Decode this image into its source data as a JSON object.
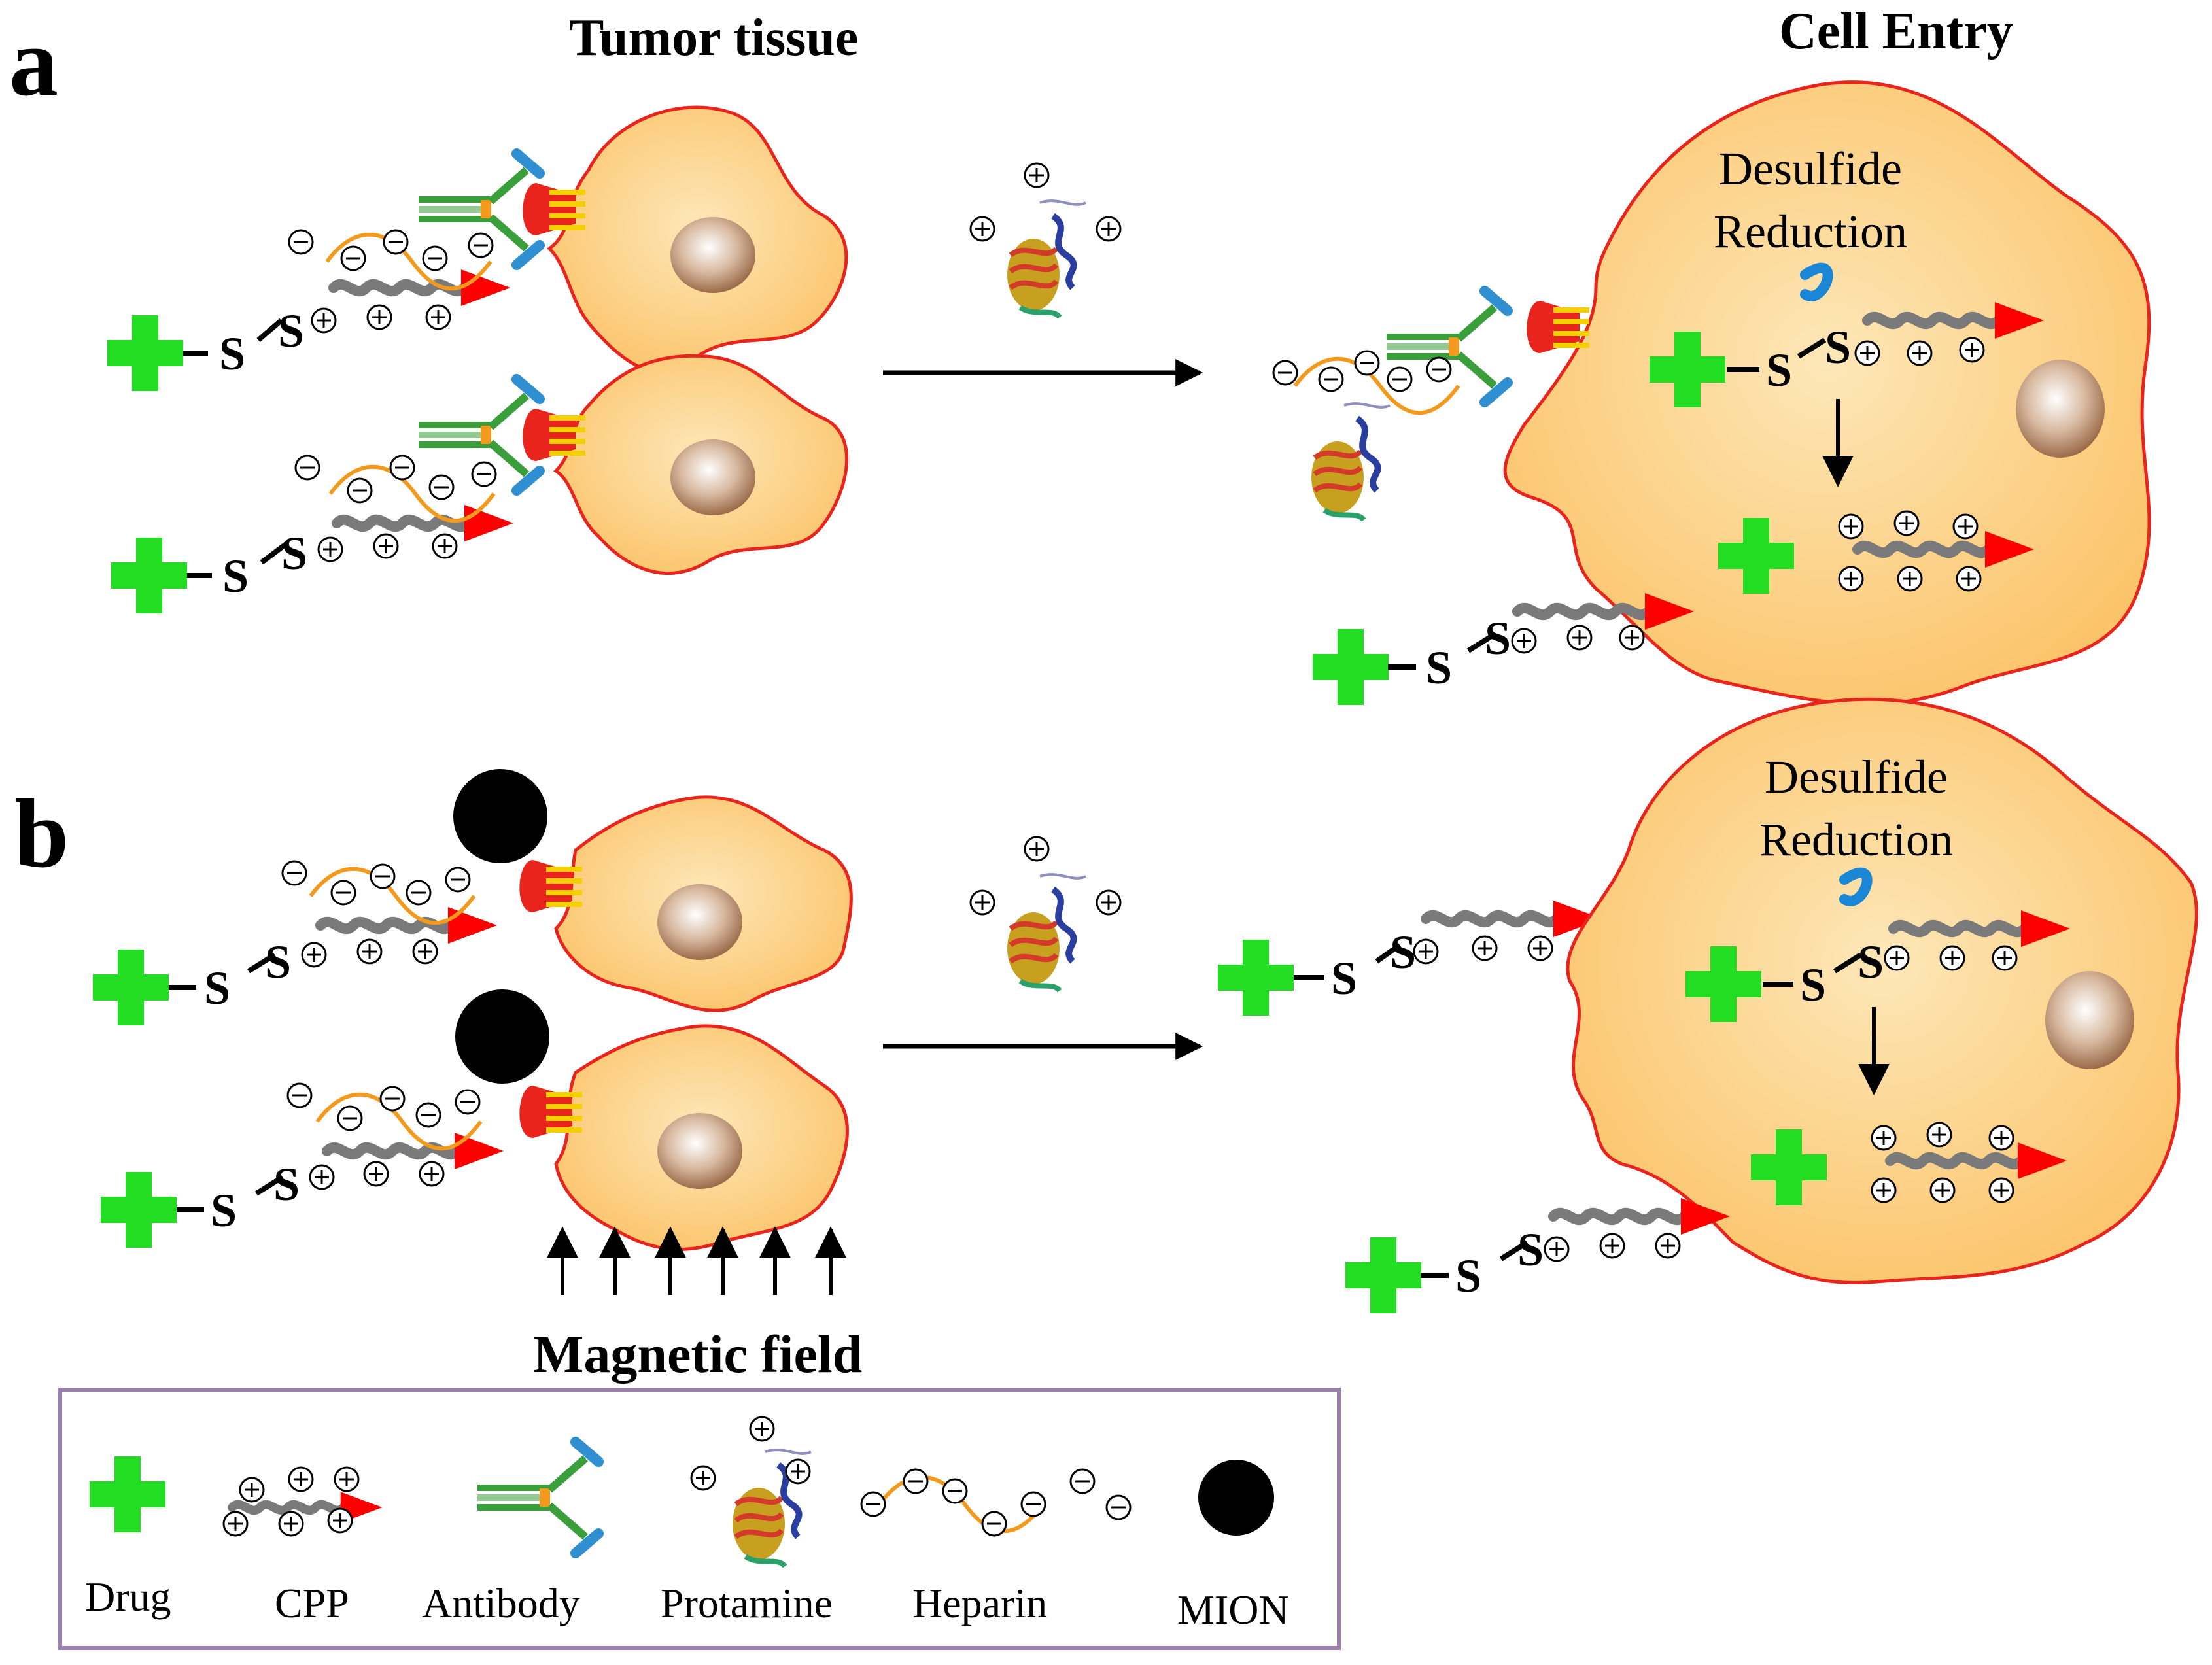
{
  "panels": {
    "a": "a",
    "b": "b"
  },
  "titles": {
    "tumor": "Tumor tissue",
    "entry": "Cell Entry"
  },
  "steps": {
    "reduction_a": "Desulfide\nReduction",
    "reduction_b": "Desulfide\nReduction",
    "magnetic": "Magnetic field"
  },
  "bond_atom": "S",
  "legend": {
    "drug": "Drug",
    "cpp": "CPP",
    "antibody": "Antibody",
    "protamine": "Protamine",
    "heparin": "Heparin",
    "mion": "MION"
  },
  "colors": {
    "drug": "#22dd22",
    "cpp_body": "#7a7a7a",
    "cpp_tip": "#ff0000",
    "cell_fill": "#fbc769",
    "cell_outline": "#e8241c",
    "nucleus": "#9b6b4a",
    "antibody_green": "#3a9e3a",
    "antibody_blue": "#2f8fd0",
    "heparin": "#f39a1d",
    "mion": "#000000",
    "reduction_arrow": "#1a86d6",
    "legend_border": "#9b7fae"
  }
}
